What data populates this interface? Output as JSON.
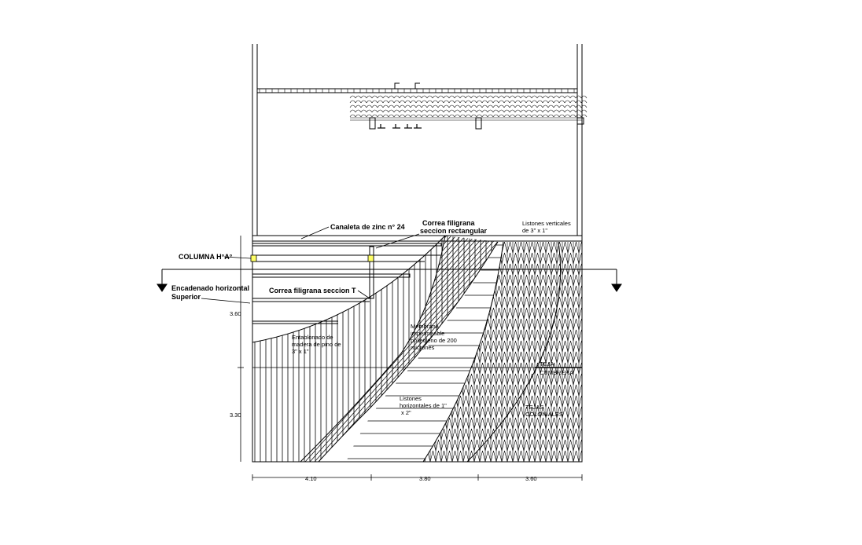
{
  "labels": {
    "canaleta": "Canaleta de zinc n° 24",
    "correa_rect_1": "Correa filigrana",
    "correa_rect_2": "seccion rectangular",
    "listones_v_1": "Listones verticales",
    "listones_v_2": "de  3\" x  1\"",
    "columna": "COLUMNA H°A°",
    "encadenado_1": "Encadenado horizontal",
    "encadenado_2": "Superior",
    "correa_t": "Correa filigrana  seccion  T",
    "entablonado_1": "Entablonado de",
    "entablonado_2": "madera de pino de",
    "entablonado_3": "3\" x  1\"",
    "membrana_1": "Membrana",
    "membrana_2": "impermeable",
    "membrana_3": "polietileno de 200",
    "membrana_4": "micrones",
    "listones_h_1": "Listones",
    "listones_h_2": "horizontales de  1\"",
    "listones_h_3": "x  2\"",
    "teja_cumbrera_1": "TEJA",
    "teja_cumbrera_2": "CUMBRERA",
    "tejas_coloniales_1": "TEJAS",
    "tejas_coloniales_2": "COLONIALES"
  },
  "dimensions": {
    "vertical_upper": "3.60",
    "vertical_lower": "3.30",
    "horizontal_left": "4.10",
    "horizontal_mid": "3.80",
    "horizontal_right": "3.60"
  },
  "colors": {
    "line": "#000000",
    "column_highlight": "#ffff66"
  },
  "icons": {
    "section_arrow": "section-cut-arrow-icon"
  }
}
